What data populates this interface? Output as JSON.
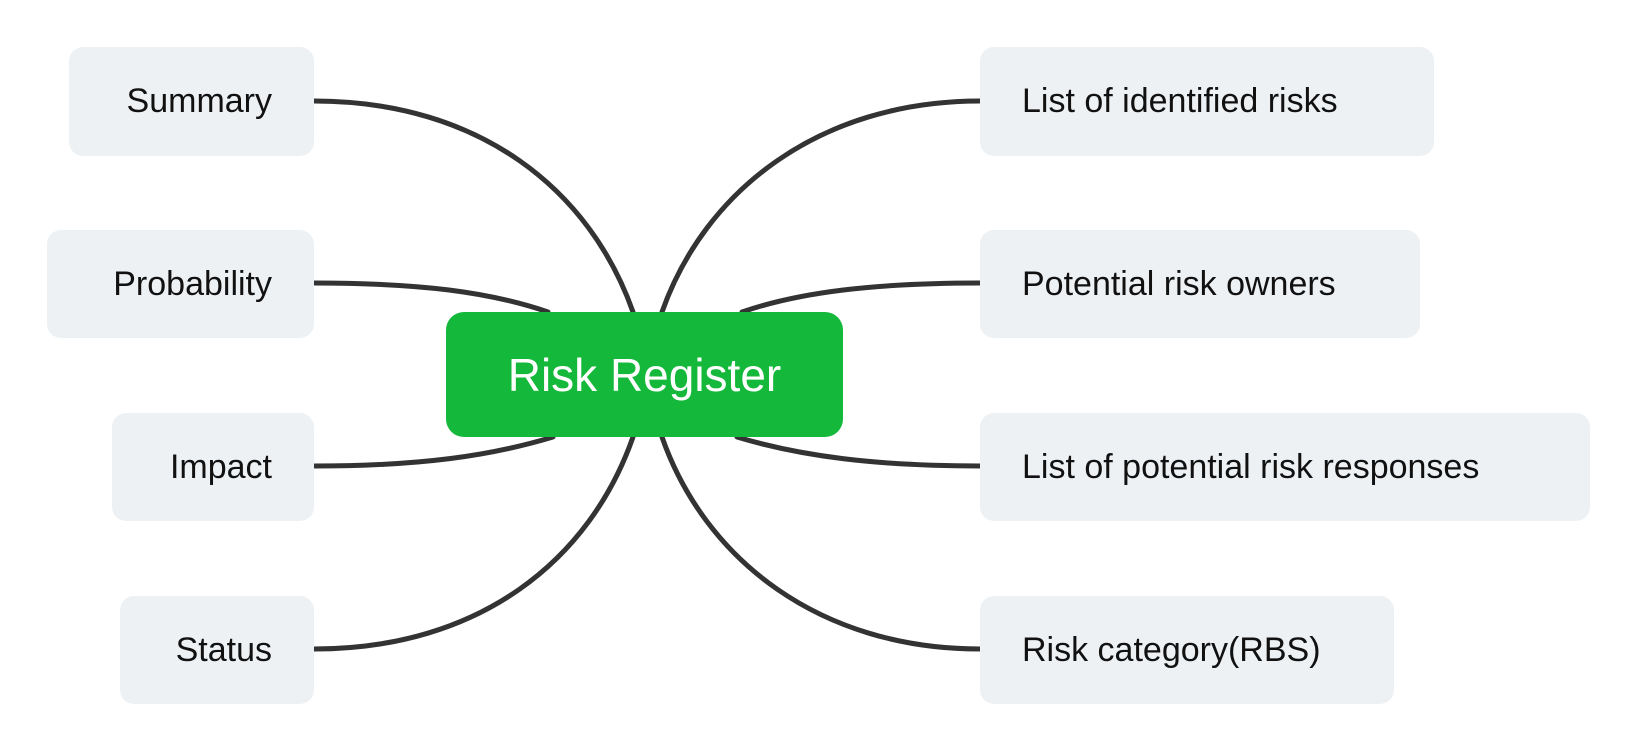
{
  "central": {
    "label": "Risk Register",
    "color": "#14b83a"
  },
  "left_topics": [
    {
      "label": "Summary"
    },
    {
      "label": "Probability"
    },
    {
      "label": "Impact"
    },
    {
      "label": "Status"
    }
  ],
  "right_topics": [
    {
      "label": "List of identified risks"
    },
    {
      "label": "Potential risk owners"
    },
    {
      "label": "List of potential risk responses"
    },
    {
      "label": "Risk category(RBS)"
    }
  ],
  "colors": {
    "node_background": "#eef1f4",
    "connector": "#333333",
    "text": "#111111"
  }
}
